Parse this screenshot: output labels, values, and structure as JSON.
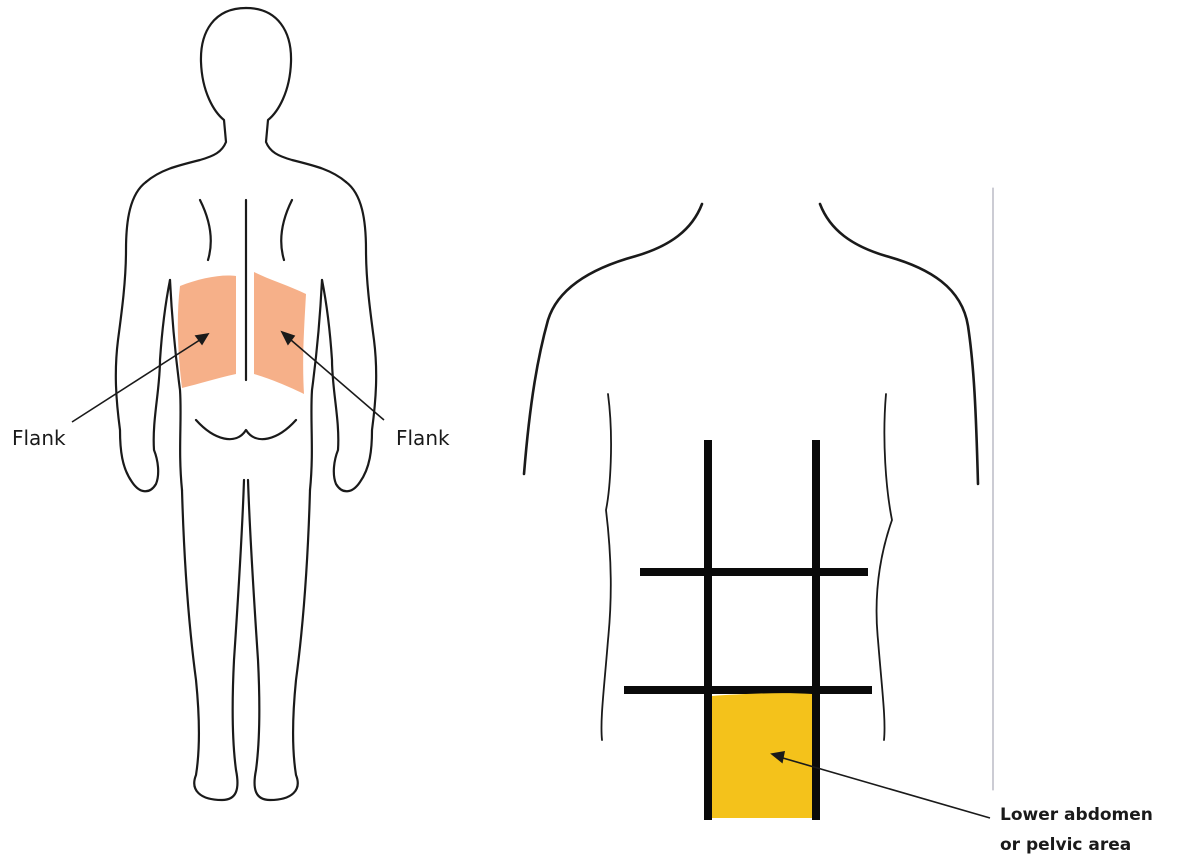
{
  "labels": {
    "flank_left": "Flank",
    "flank_right": "Flank",
    "pelvic_line1": "Lower abdomen",
    "pelvic_line2": "or pelvic area"
  },
  "colors": {
    "flank_highlight": "#f5a77c",
    "pelvic_highlight": "#f4c21b",
    "outline": "#1a1a1a"
  }
}
